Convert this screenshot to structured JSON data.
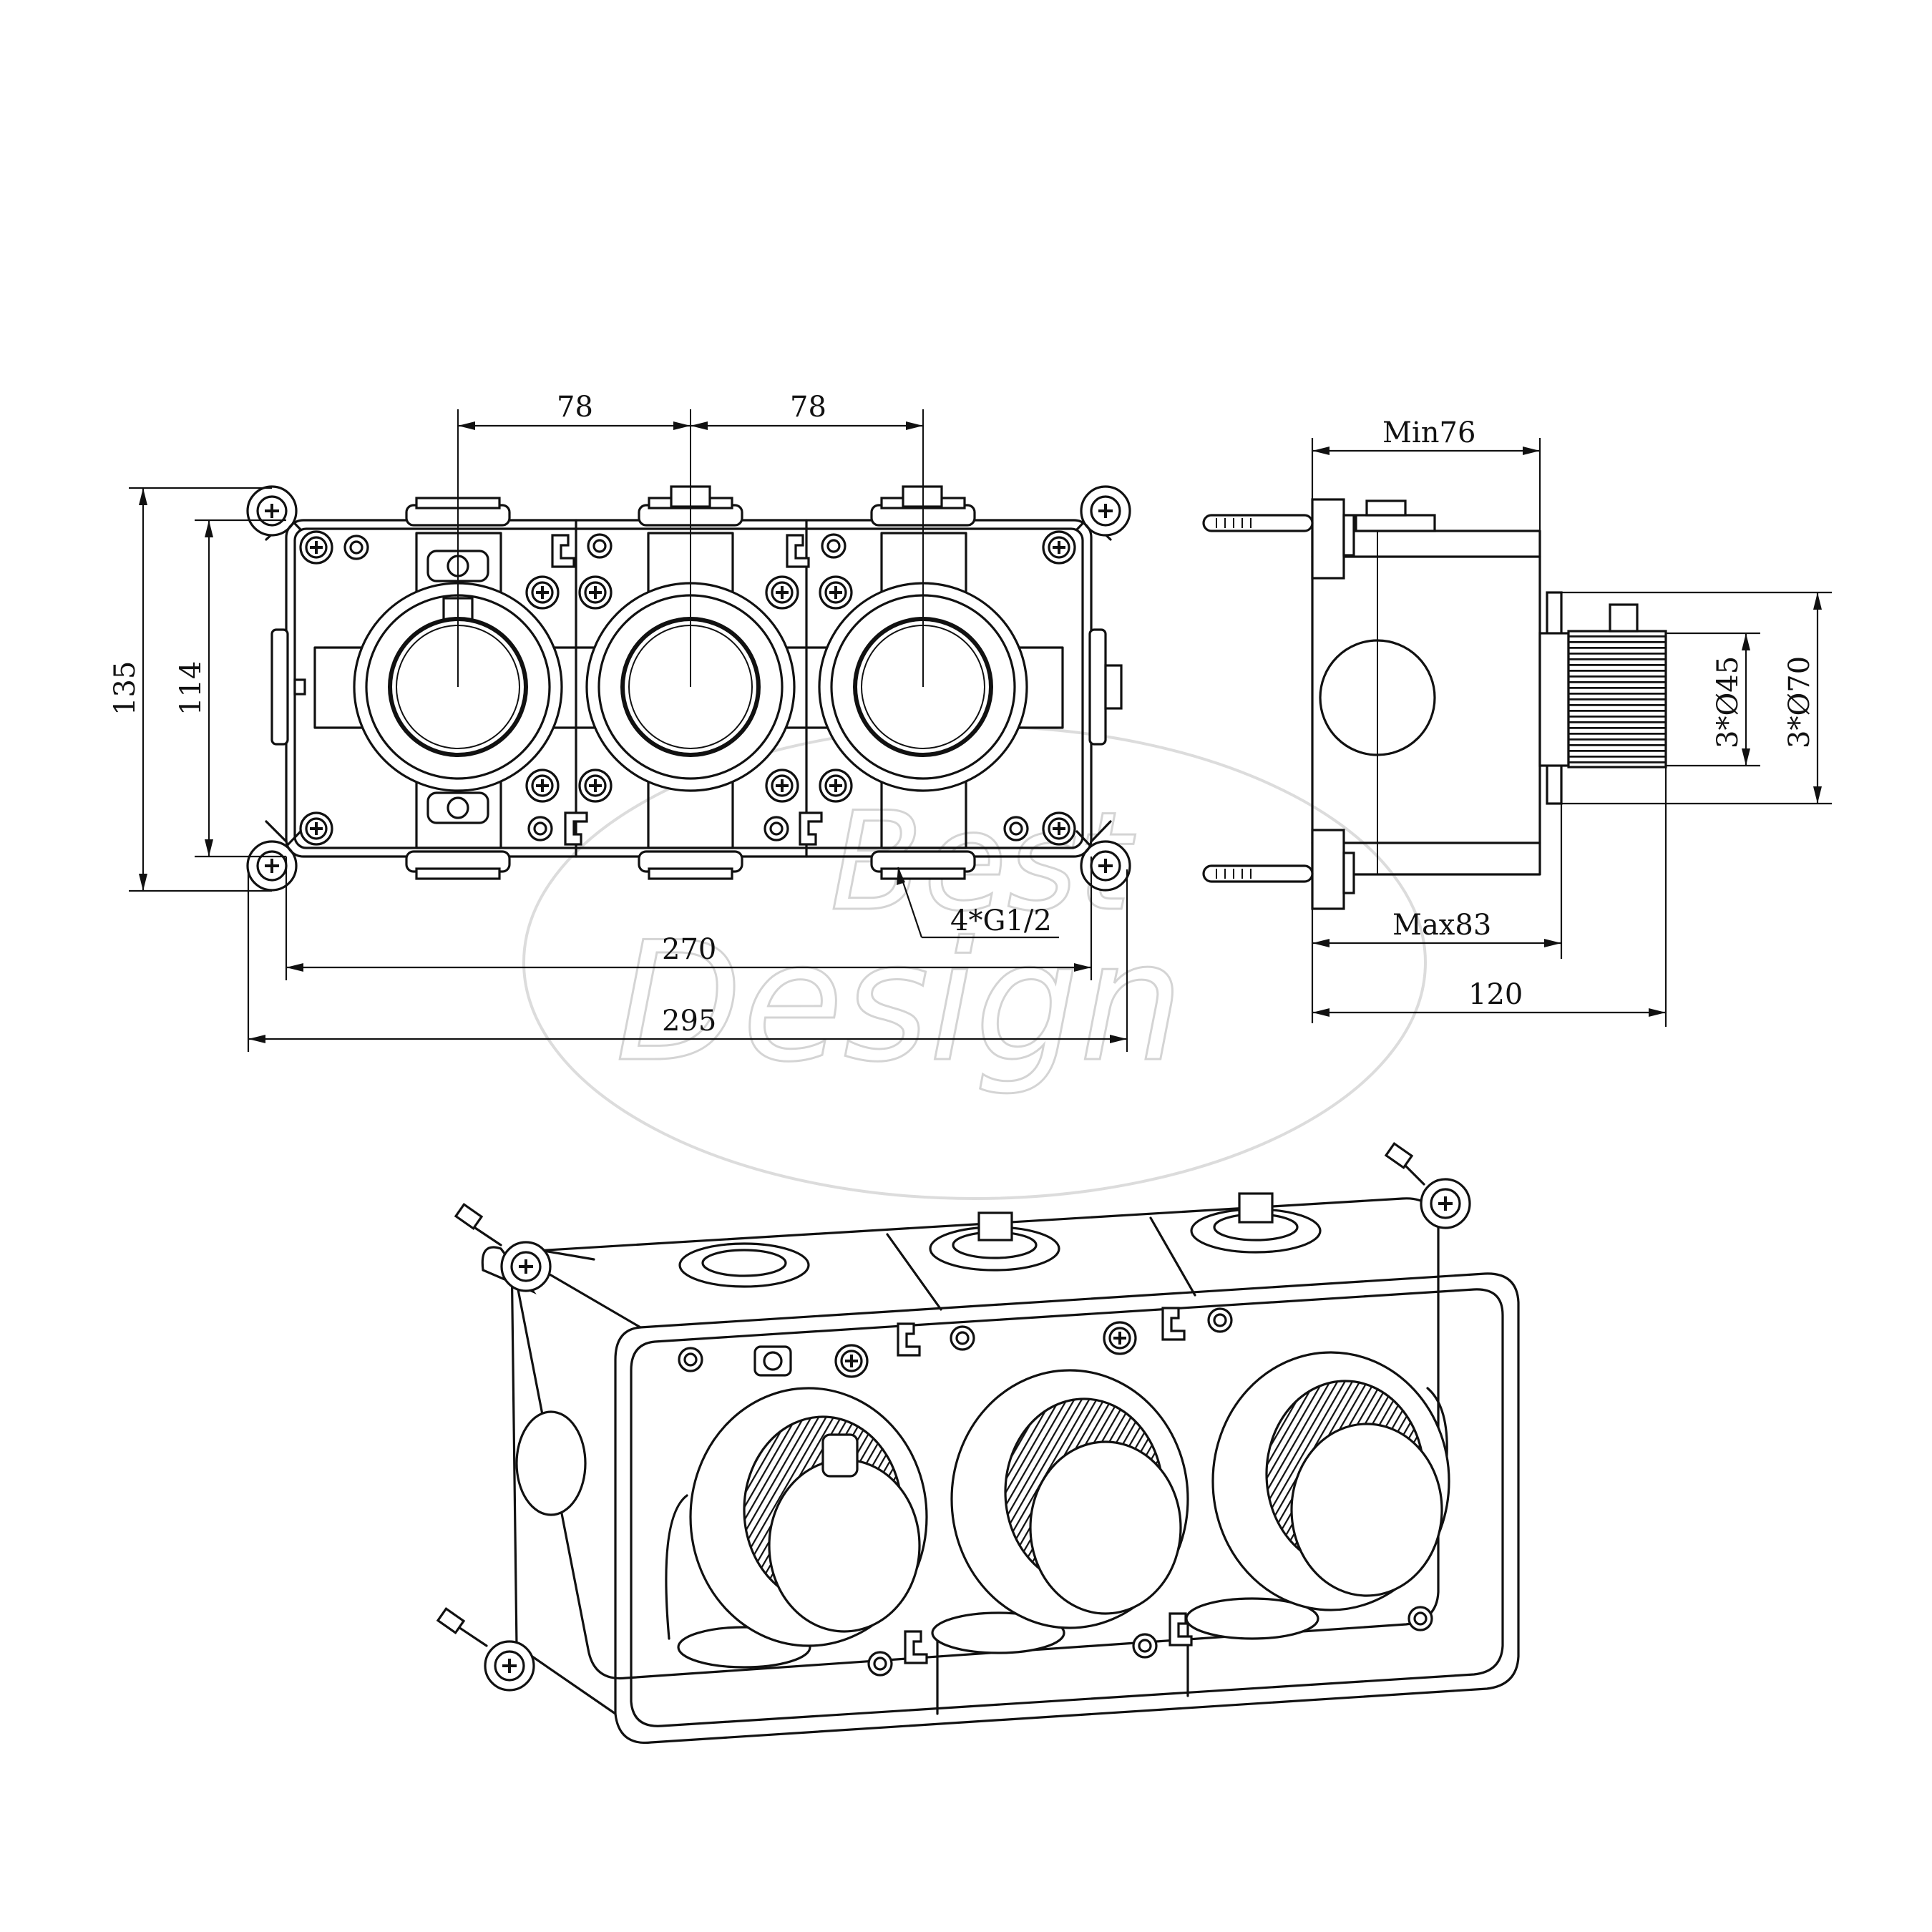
{
  "dimensions": {
    "spacing_left": "78",
    "spacing_right": "78",
    "height_outer": "135",
    "height_inner": "114",
    "width_inner": "270",
    "width_outer": "295",
    "connections": "4*G1/2",
    "depth_min": "Min76",
    "depth_max": "Max83",
    "depth_total": "120",
    "dia_small": "3*Ø45",
    "dia_large": "3*Ø70"
  },
  "watermark": {
    "line1": "Best",
    "line2": "Design"
  }
}
